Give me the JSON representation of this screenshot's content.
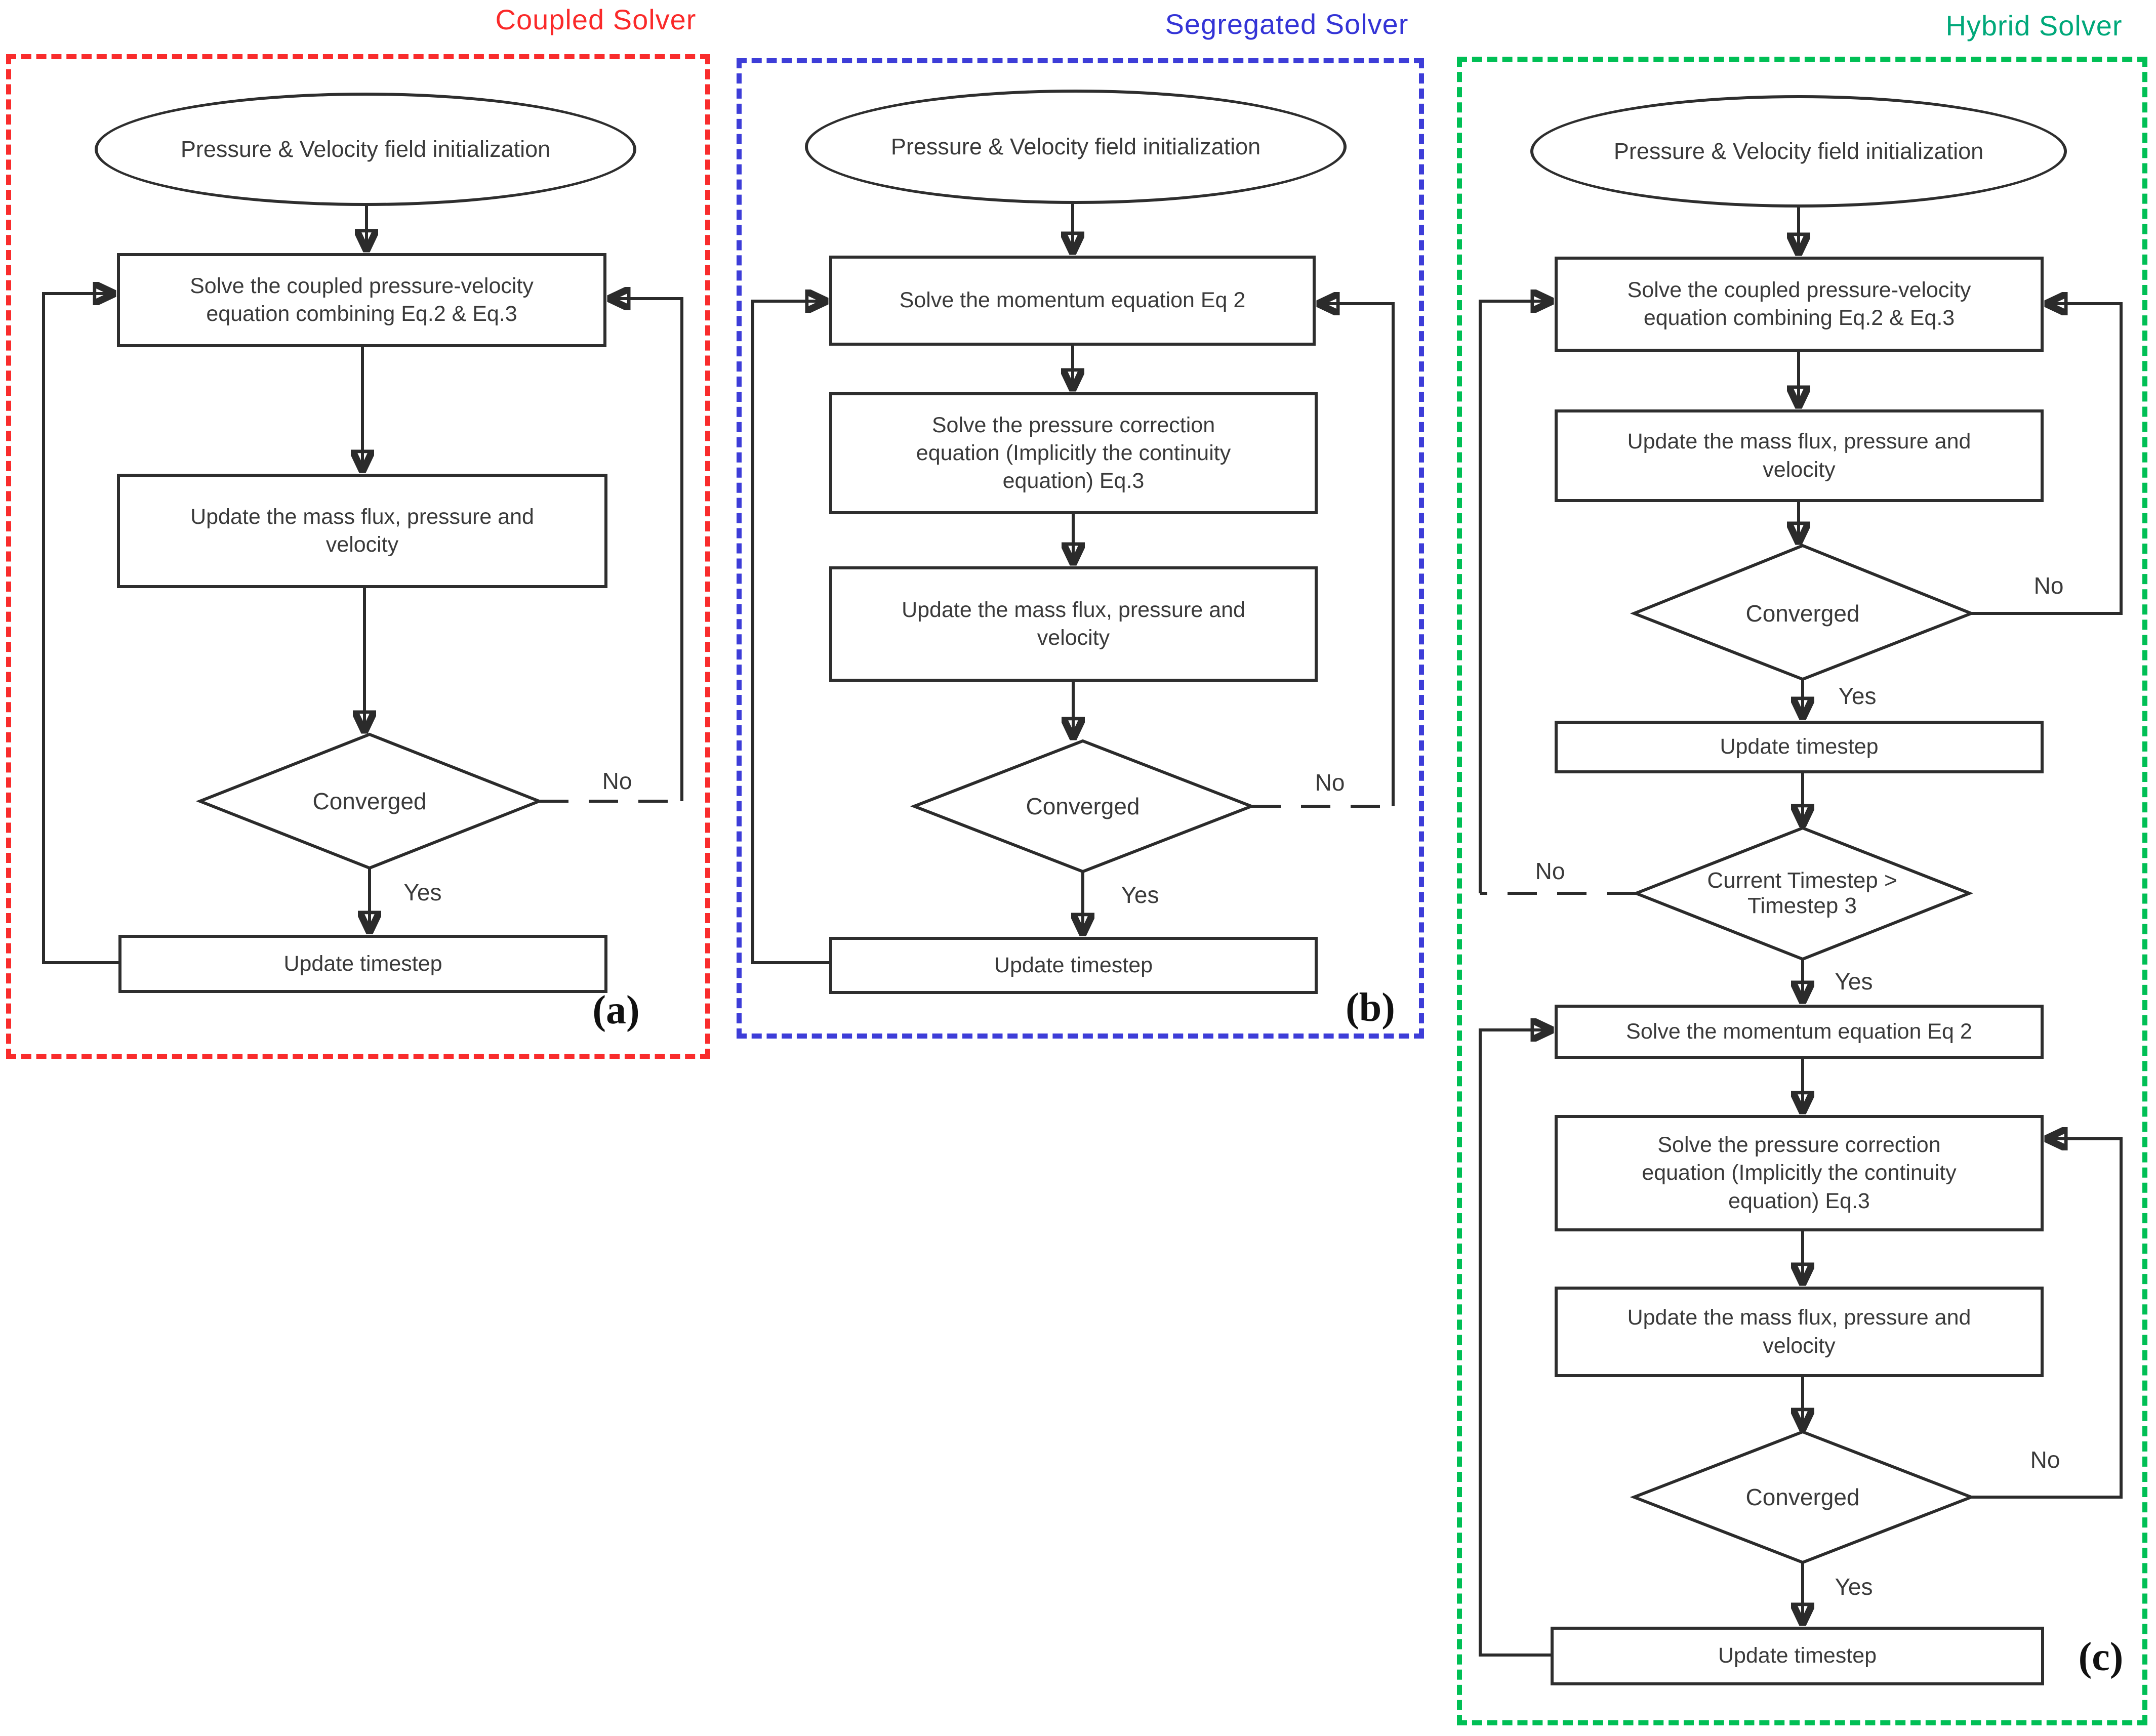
{
  "figure": {
    "panel_a": {
      "title": "Coupled Solver",
      "tag": "(a)",
      "accent_color": "#f92c2c",
      "init": "Pressure & Velocity field initialization",
      "solve_coupled": "Solve the coupled pressure-velocity\nequation combining Eq.2 & Eq.3",
      "update_flux": "Update the mass flux, pressure and\nvelocity",
      "converged": "Converged",
      "no": "No",
      "yes": "Yes",
      "update_timestep": "Update timestep"
    },
    "panel_b": {
      "title": "Segregated Solver",
      "tag": "(b)",
      "accent_color": "#3d3dd8",
      "init": "Pressure & Velocity field initialization",
      "solve_momentum": "Solve the momentum equation Eq 2",
      "solve_pressure": "Solve the pressure correction\nequation (Implicitly the continuity\nequation) Eq.3",
      "update_flux": "Update the mass flux, pressure and\nvelocity",
      "converged": "Converged",
      "no": "No",
      "yes": "Yes",
      "update_timestep": "Update timestep"
    },
    "panel_c": {
      "title": "Hybrid Solver",
      "tag": "(c)",
      "accent_color": "#00bf55",
      "init": "Pressure & Velocity field initialization",
      "solve_coupled": "Solve the coupled pressure-velocity\nequation combining Eq.2 & Eq.3",
      "update_flux1": "Update the mass flux, pressure and\nvelocity",
      "converged1": "Converged",
      "no1": "No",
      "yes1": "Yes",
      "update_timestep1": "Update timestep",
      "timestep_check": "Current Timestep >\nTimestep 3",
      "no2": "No",
      "yes2": "Yes",
      "solve_momentum": "Solve the momentum equation Eq 2",
      "solve_pressure": "Solve the pressure correction\nequation (Implicitly the continuity\nequation) Eq.3",
      "update_flux2": "Update the mass flux, pressure and\nvelocity",
      "converged2": "Converged",
      "no3": "No",
      "yes3": "Yes",
      "update_timestep2": "Update timestep"
    }
  }
}
